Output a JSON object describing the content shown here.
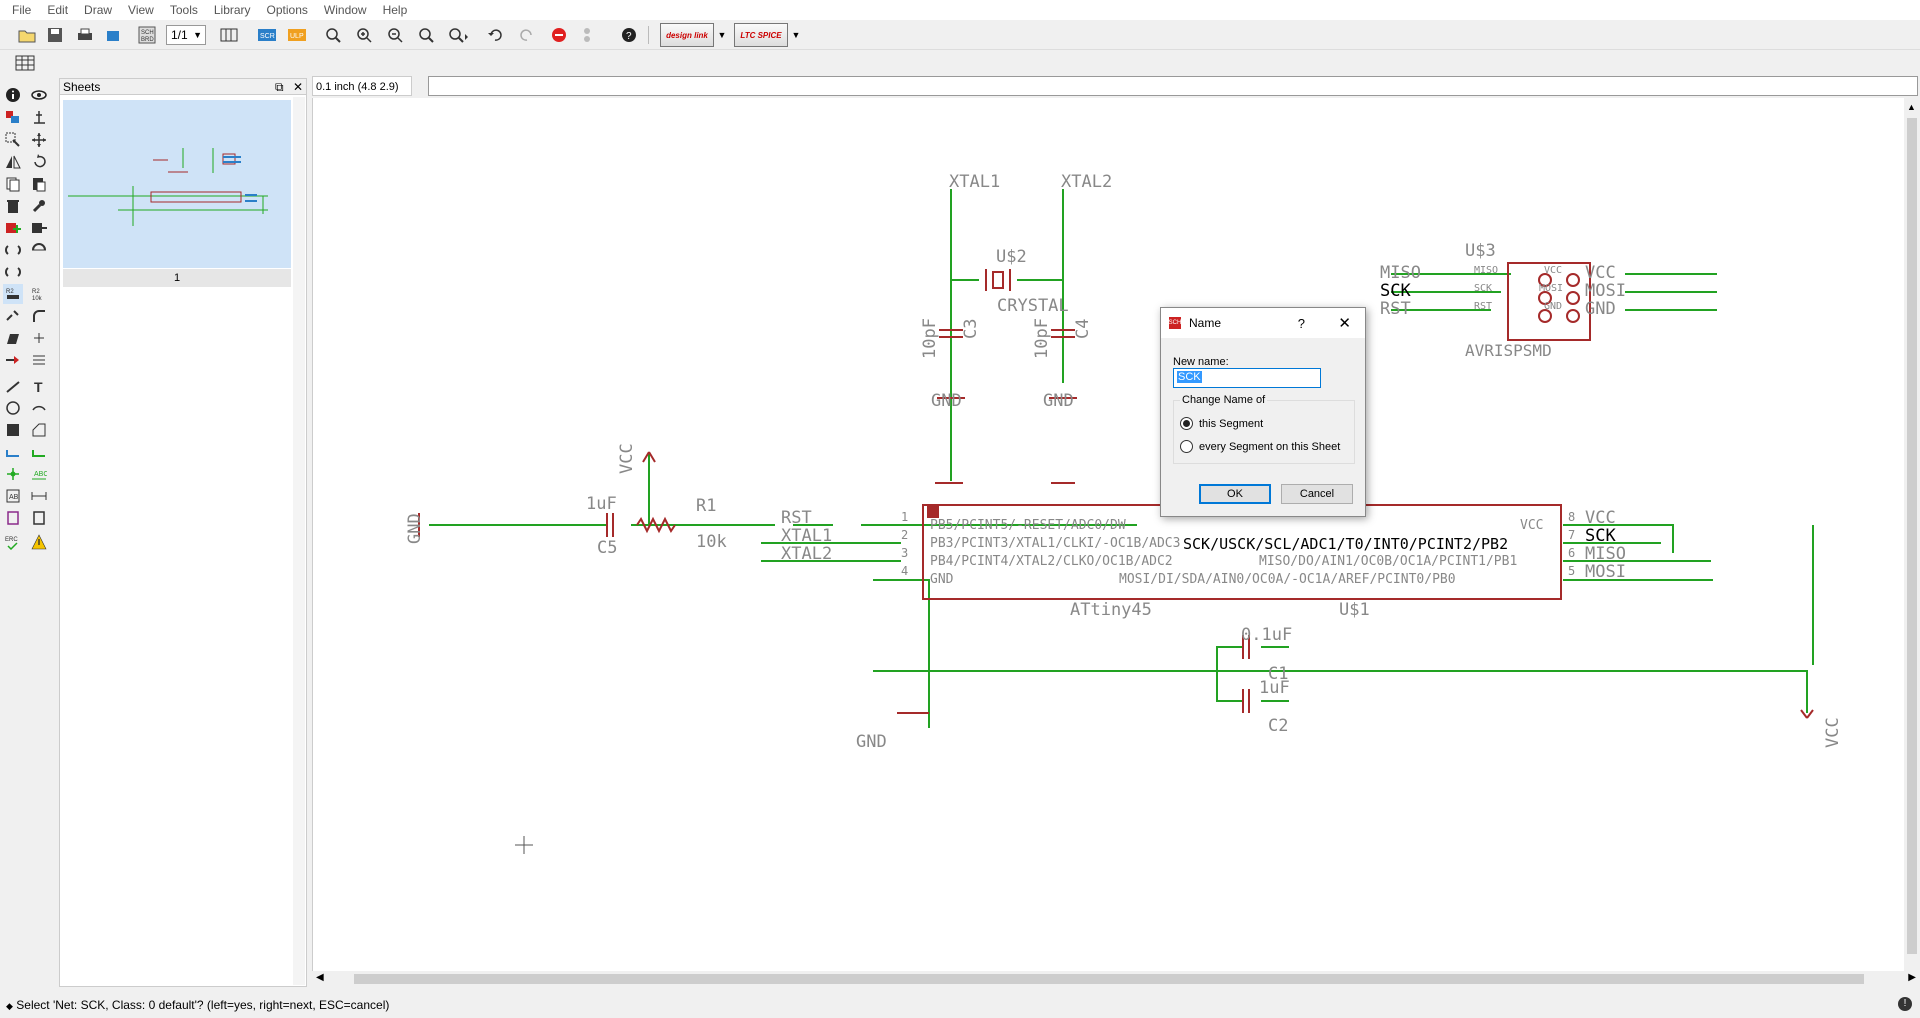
{
  "menu": [
    "File",
    "Edit",
    "Draw",
    "View",
    "Tools",
    "Library",
    "Options",
    "Window",
    "Help"
  ],
  "toolbar": {
    "sheet_selector": "1/1",
    "design_link": "design link",
    "ltc_spice": "LTC SPICE"
  },
  "sheets_panel": {
    "title": "Sheets",
    "restore_icon": "⧉",
    "close_icon": "✕",
    "sheet_number": "1"
  },
  "coord": {
    "text": "0.1 inch (4.8 2.9)",
    "command": ""
  },
  "schematic": {
    "labels": {
      "xtal1_top": "XTAL1",
      "xtal2_top": "XTAL2",
      "u2_name": "U$2",
      "u2_value": "CRYSTAL",
      "c3_value": "10pF",
      "c3_name": "C3",
      "c4_value": "10pF",
      "c4_name": "C4",
      "gnd_c3": "GND",
      "gnd_c4": "GND",
      "vcc_left": "VCC",
      "gnd_left": "GND",
      "c5_value": "1uF",
      "c5_name": "C5",
      "r1_name": "R1",
      "r1_value": "10k",
      "net_rst": "RST",
      "net_xtal1": "XTAL1",
      "net_xtal2": "XTAL2",
      "u3_name": "U$3",
      "u3_value": "AVRISPSMD",
      "net_miso_l": "MISO",
      "net_sck_l": "SCK",
      "net_rst_l": "RST",
      "net_vcc_r": "VCC",
      "net_mosi_r": "MOSI",
      "net_gnd_r": "GND",
      "u3_pin_miso": "MISO",
      "u3_pin_sck": "SCK",
      "u3_pin_rst": "RST",
      "u3_pin_vcc": "VCC",
      "u3_pin_mosi": "MOSI",
      "u3_pin_gnd": "GND",
      "u1_pin1": "PB5/PCINT5/-RESET/ADC0/DW",
      "u1_pin2": "PB3/PCINT3/XTAL1/CLKI/-OC1B/ADC3",
      "u1_pin3": "PB4/PCINT4/XTAL2/CLKO/OC1B/ADC2",
      "u1_pin4": "GND",
      "u1_pin8": "VCC",
      "u1_pin7": "SCK/USCK/SCL/ADC1/T0/INT0/PCINT2/PB2",
      "u1_pin6": "MISO/DO/AIN1/OC0B/OC1A/PCINT1/PB1",
      "u1_pin5": "MOSI/DI/SDA/AIN0/OC0A/-OC1A/AREF/PCINT0/PB0",
      "pin1": "1",
      "pin2": "2",
      "pin3": "3",
      "pin4": "4",
      "pin5": "5",
      "pin6": "6",
      "pin7": "7",
      "pin8": "8",
      "net_vcc_u1": "VCC",
      "net_sck_u1": "SCK",
      "net_miso_u1": "MISO",
      "net_mosi_u1": "MOSI",
      "u1_value": "ATtiny45",
      "u1_name": "U$1",
      "c1_value": "0.1uF",
      "c1_name": "C1",
      "c2_value": "1uF",
      "c2_name": "C2",
      "gnd_bottom": "GND",
      "vcc_right": "VCC"
    }
  },
  "dialog": {
    "title": "Name",
    "help": "?",
    "close": "✕",
    "new_name_label": "New name:",
    "new_name_value": "SCK",
    "group_title": "Change Name of",
    "option_segment": "this Segment",
    "option_sheet": "every Segment on this Sheet",
    "selected_option": "this Segment",
    "ok": "OK",
    "cancel": "Cancel"
  },
  "status": {
    "text": "Select 'Net: SCK, Class: 0 default'? (left=yes, right=next, ESC=cancel)"
  },
  "colors": {
    "wire": "#22a222",
    "symbol": "#a52a2a",
    "text_gray": "#888888",
    "selection_bg": "#3399ff"
  }
}
